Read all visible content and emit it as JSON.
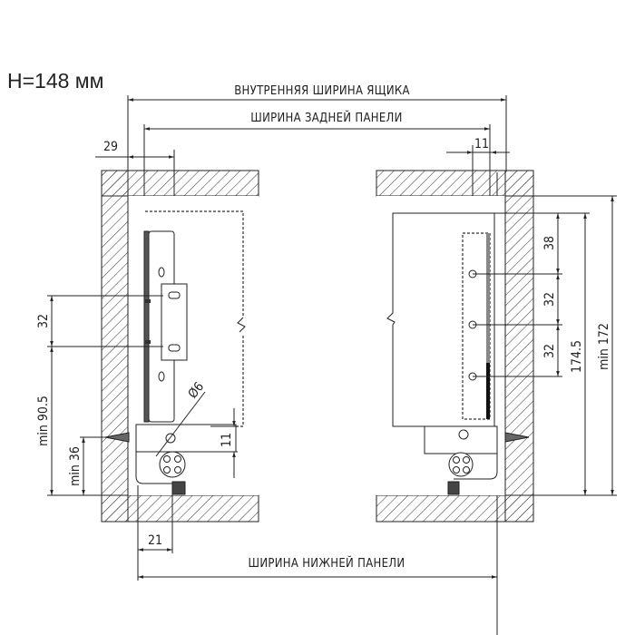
{
  "title": "H=148 мм",
  "labels": {
    "inner_width": "ВНУТРЕННЯЯ ШИРИНА ЯЩИКА",
    "back_panel_width": "ШИРИНА ЗАДНЕЙ ПАНЕЛИ",
    "bottom_panel_width": "ШИРИНА НИЖНЕЙ ПАНЕЛИ"
  },
  "dimensions": {
    "left_offset": "29",
    "right_offset": "11",
    "hole_spacing_left": "32",
    "min_90_5": "min 90.5",
    "min_36": "min 36",
    "diameter": "Ø6",
    "bottom_gap": "11",
    "bottom_offset": "21",
    "top_to_hole": "38",
    "hole_spacing_1": "32",
    "hole_spacing_2": "32",
    "height_174_5": "174.5",
    "min_172": "min 172"
  }
}
